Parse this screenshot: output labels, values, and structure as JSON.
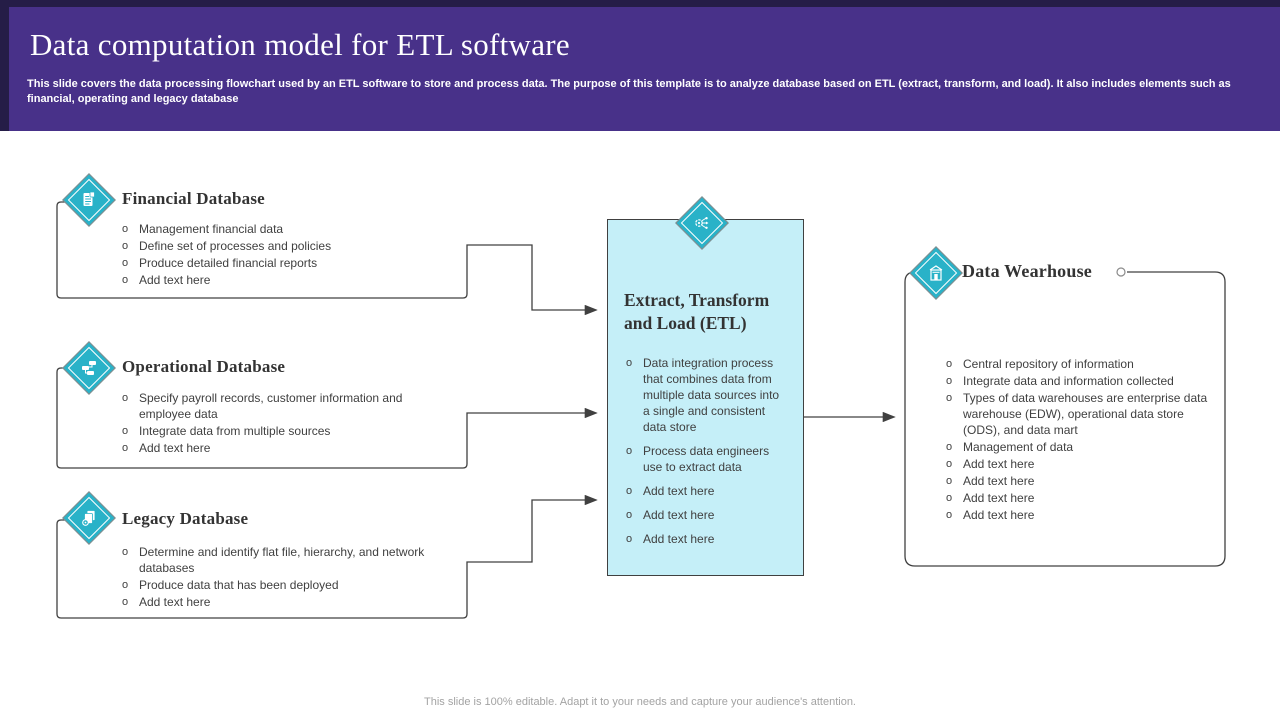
{
  "header": {
    "title": "Data computation model for ETL software",
    "subtitle": "This slide covers the data processing flowchart used by an ETL software to store and process data. The purpose of this template is to analyze database based on ETL (extract, transform, and load). It also includes elements such as financial, operating and legacy database"
  },
  "bullet_marker": "o",
  "colors": {
    "header_purple": "#483189",
    "edge_dark": "#251d47",
    "accent_teal": "#29b2c8",
    "etl_fill": "#c5eff8",
    "line_dark": "#404040",
    "footer_gray": "#a3a3a3"
  },
  "sources": [
    {
      "title": "Financial Database",
      "icon": "financial-report-icon",
      "bullets": [
        "Management financial data",
        "Define set of processes and policies",
        "Produce detailed financial reports",
        "Add text here"
      ]
    },
    {
      "title": "Operational Database",
      "icon": "flowchart-icon",
      "bullets": [
        "Specify payroll records, customer information and employee data",
        "Integrate data from multiple sources",
        "Add text here"
      ]
    },
    {
      "title": "Legacy Database",
      "icon": "stacked-documents-icon",
      "bullets": [
        "Determine and identify flat file, hierarchy, and network databases",
        "Produce data that has been deployed",
        "Add text here"
      ]
    }
  ],
  "etl": {
    "title": "Extract, Transform and Load (ETL)",
    "icon": "gear-network-icon",
    "bullets": [
      "Data integration process that combines data from multiple data sources into a single and consistent data store",
      "Process data engineers use to extract data",
      "Add text here",
      "Add text here",
      "Add text here"
    ]
  },
  "warehouse": {
    "title": "Data Wearhouse",
    "icon": "warehouse-icon",
    "bullets": [
      "Central repository of information",
      "Integrate data and information collected",
      "Types of data warehouses are enterprise data warehouse (EDW), operational data store (ODS), and data mart",
      "Management of data",
      "Add text here",
      "Add text here",
      "Add text here",
      "Add text here"
    ]
  },
  "footer": {
    "note": "This slide is 100% editable.  Adapt it to your needs and capture your audience's attention."
  }
}
